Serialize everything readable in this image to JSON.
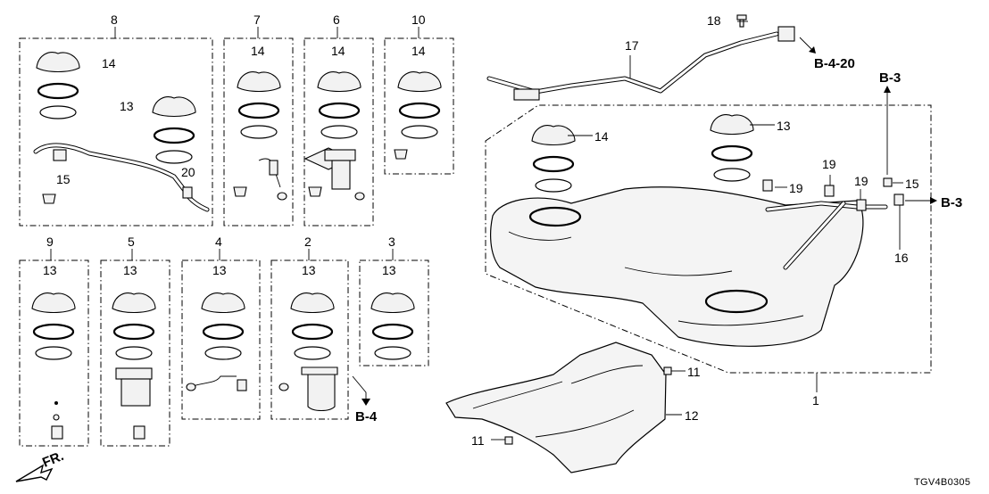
{
  "assembly_labels": [
    "8",
    "7",
    "6",
    "10",
    "9",
    "5",
    "4",
    "2",
    "3",
    "1"
  ],
  "part_labels": [
    "14",
    "13",
    "15",
    "20",
    "17",
    "18",
    "19",
    "16",
    "11",
    "12"
  ],
  "reference_labels": [
    "B-4-20",
    "B-3",
    "B-4"
  ],
  "front_label": "FR.",
  "diagram_code": "TGV4B0305"
}
